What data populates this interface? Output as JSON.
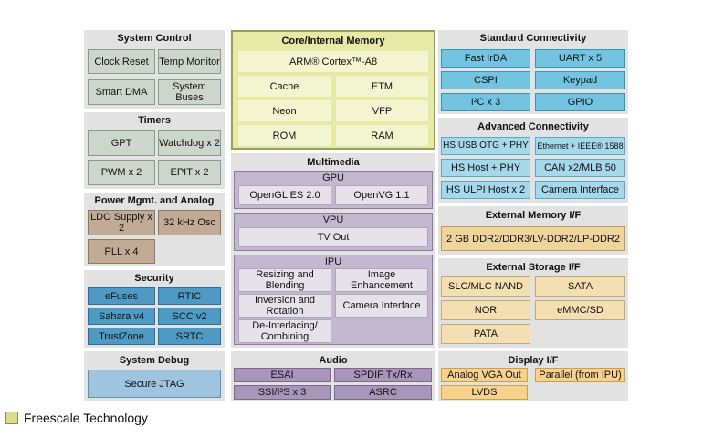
{
  "system_control": {
    "title": "System Control",
    "clock_reset": "Clock Reset",
    "temp_monitor": "Temp Monitor",
    "smart_dma": "Smart DMA",
    "system_buses": "System Buses"
  },
  "timers": {
    "title": "Timers",
    "gpt": "GPT",
    "watchdog": "Watchdog x 2",
    "pwm": "PWM x 2",
    "epit": "EPIT x 2"
  },
  "power": {
    "title": "Power Mgmt. and Analog",
    "ldo": "LDO Supply x 2",
    "osc": "32 kHz Osc",
    "pll": "PLL x 4"
  },
  "security": {
    "title": "Security",
    "efuses": "eFuses",
    "rtic": "RTIC",
    "sahara": "Sahara v4",
    "scc": "SCC v2",
    "trustzone": "TrustZone",
    "srtc": "SRTC"
  },
  "system_debug": {
    "title": "System Debug",
    "jtag": "Secure JTAG"
  },
  "core": {
    "title": "Core/Internal Memory",
    "arm": "ARM® Cortex™-A8",
    "cache": "Cache",
    "etm": "ETM",
    "neon": "Neon",
    "vfp": "VFP",
    "rom": "ROM",
    "ram": "RAM"
  },
  "multimedia": {
    "title": "Multimedia",
    "gpu": {
      "title": "GPU",
      "opengl": "OpenGL ES 2.0",
      "openvg": "OpenVG 1.1"
    },
    "vpu": {
      "title": "VPU",
      "tvout": "TV Out"
    },
    "ipu": {
      "title": "IPU",
      "resizing": "Resizing and Blending",
      "image": "Image Enhancement",
      "inversion": "Inversion and Rotation",
      "camera": "Camera Interface",
      "deinterlacing": "De-Interlacing/ Combining"
    }
  },
  "audio": {
    "title": "Audio",
    "esai": "ESAI",
    "spdif": "SPDIF Tx/Rx",
    "ssi": "SSI/I²S x 3",
    "asrc": "ASRC"
  },
  "std_conn": {
    "title": "Standard Connectivity",
    "irda": "Fast IrDA",
    "uart": "UART x 5",
    "cspi": "CSPI",
    "keypad": "Keypad",
    "i2c": "I²C x 3",
    "gpio": "GPIO"
  },
  "adv_conn": {
    "title": "Advanced Connectivity",
    "hs_usb_otg": "HS USB OTG + PHY",
    "ethernet": "Ethernet + IEEE® 1588",
    "hs_host_phy": "HS Host + PHY",
    "can": "CAN x2/MLB 50",
    "hs_ulpi": "HS ULPI Host x 2",
    "camera_if": "Camera Interface"
  },
  "ext_mem": {
    "title": "External Memory I/F",
    "ddr": "2 GB DDR2/DDR3/LV-DDR2/LP-DDR2"
  },
  "ext_storage": {
    "title": "External Storage I/F",
    "slc": "SLC/MLC NAND",
    "sata": "SATA",
    "nor": "NOR",
    "emmc": "eMMC/SD",
    "pata": "PATA"
  },
  "display": {
    "title": "Display I/F",
    "vga": "Analog VGA Out",
    "parallel": "Parallel (from IPU)",
    "lvds": "LVDS"
  },
  "legend": {
    "label": "Freescale Technology"
  }
}
